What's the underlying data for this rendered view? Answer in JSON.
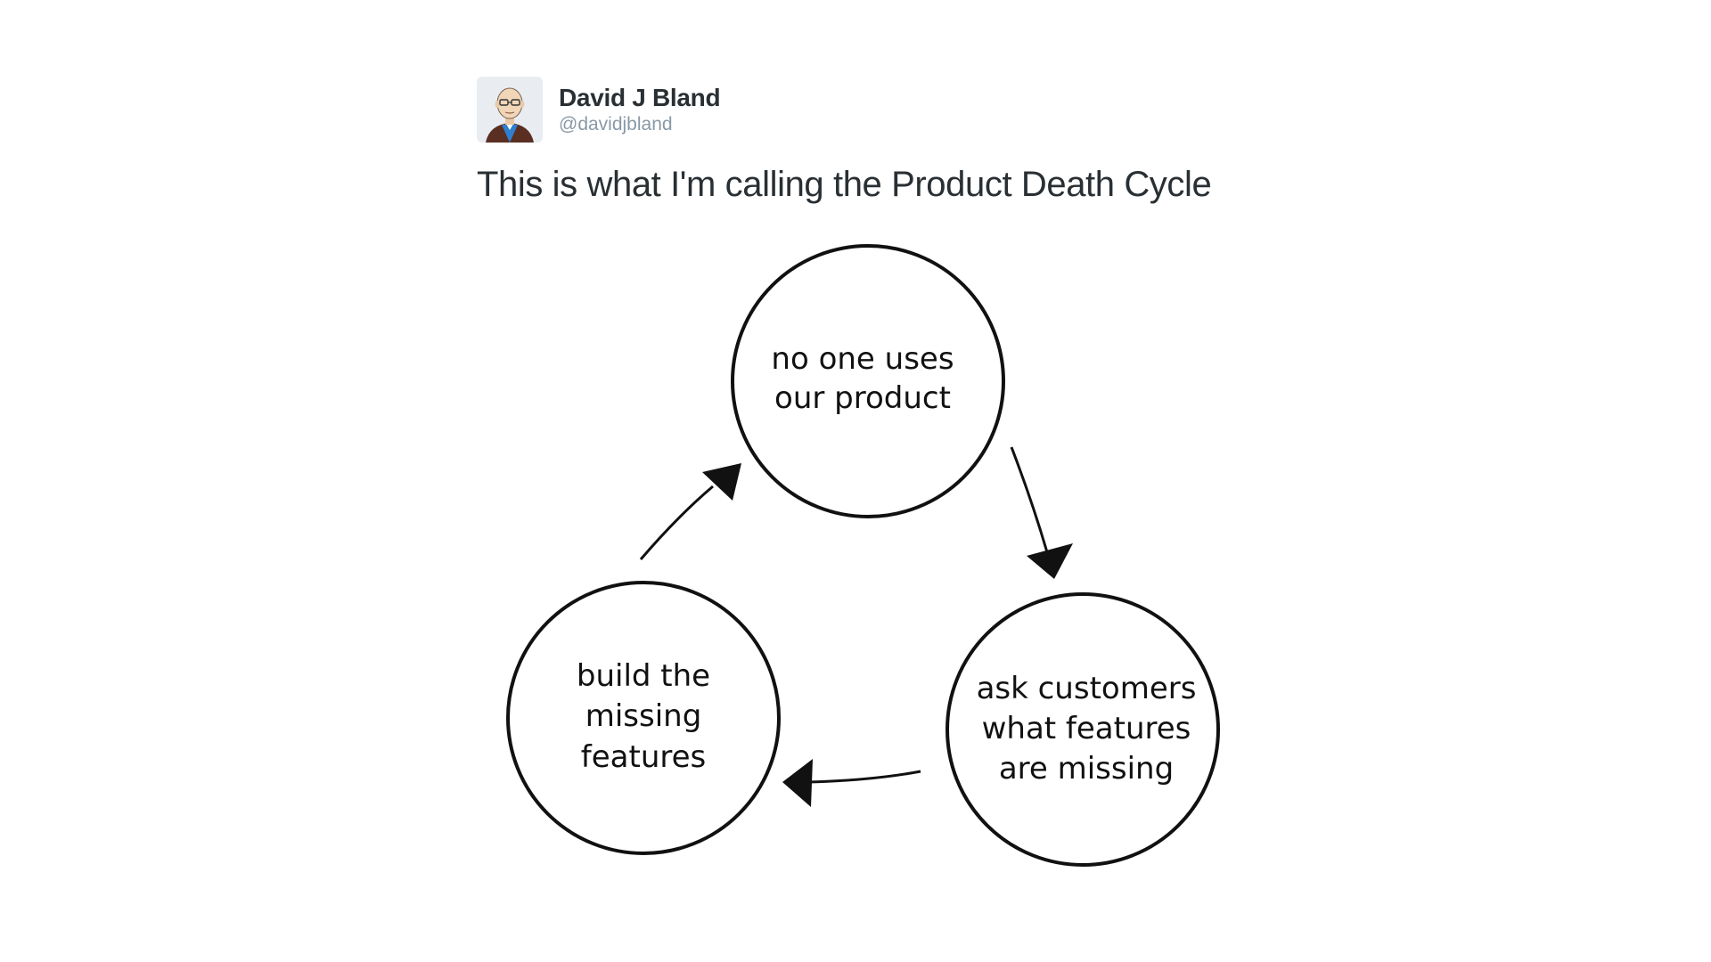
{
  "tweet": {
    "display_name": "David J Bland",
    "handle": "@davidjbland",
    "text": "This is what I'm calling the Product Death Cycle"
  },
  "avatar": {
    "icon": "avatar-illustration"
  },
  "diagram": {
    "nodes": [
      {
        "id": "top",
        "lines": [
          "no one uses",
          "our product"
        ]
      },
      {
        "id": "right",
        "lines": [
          "ask customers",
          "what features",
          "are missing"
        ]
      },
      {
        "id": "left",
        "lines": [
          "build the",
          "missing",
          "features"
        ]
      }
    ],
    "arrows": [
      "arrow-top-to-right",
      "arrow-right-to-left",
      "arrow-left-to-top"
    ]
  }
}
